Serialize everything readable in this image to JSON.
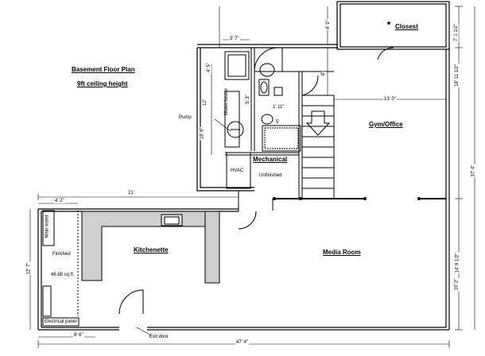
{
  "plan": {
    "title": "Basement Floor Plan",
    "subtitle": "9ft ceiling height"
  },
  "rooms": {
    "closest": "Closest",
    "gym_office": "Gym/Office",
    "mechanical": "Mechanical",
    "unfinished": "Unfinished",
    "kitchenette": "Kitchenette",
    "media_room": "Media Room",
    "finished": "Finished",
    "finished_area": "46.88 sq ft"
  },
  "labels": {
    "pump": "Pump",
    "hvac": "HVAC",
    "water_heater": "Water heater",
    "main_water": "Main water",
    "electrical_panel": "Electrical panel",
    "exit_door": "Exit door"
  },
  "dimensions": {
    "d_3_7": "3' 7\"",
    "d_4_5": "4' 5\"",
    "d_4_9": "4' 9\"",
    "d_7_1": "7' 1 1/2\"",
    "d_5_3": "5' 3\"",
    "d_1_11": "1' 11\"",
    "d_5": "5'",
    "d_12": "12'",
    "d_18_9": "18' 9\"",
    "d_8": "8'",
    "d_13_0": "13' 0\"",
    "d_18_11": "18' 11 1/2\"",
    "d_37_4": "37' 4\"",
    "d_21": "21'",
    "d_4_2": "4' 2\"",
    "d_12_7": "12' 7\"",
    "d_14_9": "14' 9 1/2\"",
    "d_10_2": "10' 2\"",
    "d_8_6": "8' 6\"",
    "d_47_4": "47' 4\""
  }
}
